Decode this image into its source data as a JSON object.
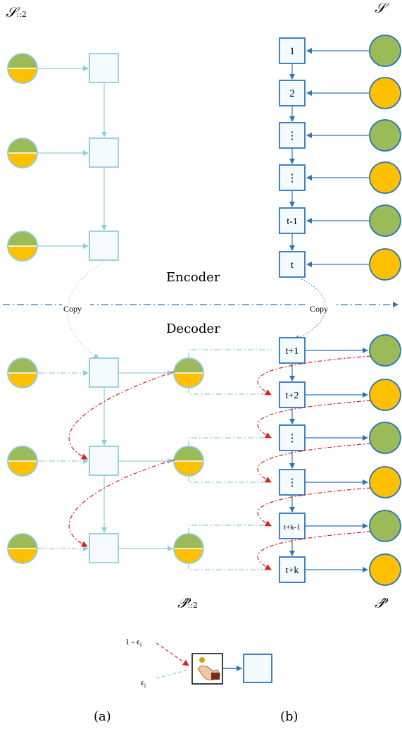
{
  "labels": {
    "s_sub": "𝒮",
    "s_sub_sub": "::2",
    "s_main": "𝒮",
    "p_sub": "𝒫̂",
    "p_sub_sub": "::2",
    "p_main": "𝒫̂",
    "encoder": "Encoder",
    "decoder": "Decoder",
    "copy_left": "Copy",
    "copy_right": "Copy",
    "caption_a": "(a)",
    "caption_b": "(b)"
  },
  "encoder_boxes": [
    "1",
    "2",
    "⋮",
    "⋮",
    "t-1",
    "t"
  ],
  "decoder_boxes": [
    "t+1",
    "t+2",
    "⋮",
    "⋮",
    "t+k-1",
    "t+k"
  ],
  "legend": {
    "one_minus_eps": "1 - ϵ",
    "eps": "ϵ",
    "sub_i": "i"
  },
  "colors": {
    "green": "#9bbb59",
    "orange": "#ffc000",
    "blue": "#2e75b6",
    "light_blue": "#92cddc",
    "red": "#e02020",
    "box_fill": "#f4fafe"
  }
}
